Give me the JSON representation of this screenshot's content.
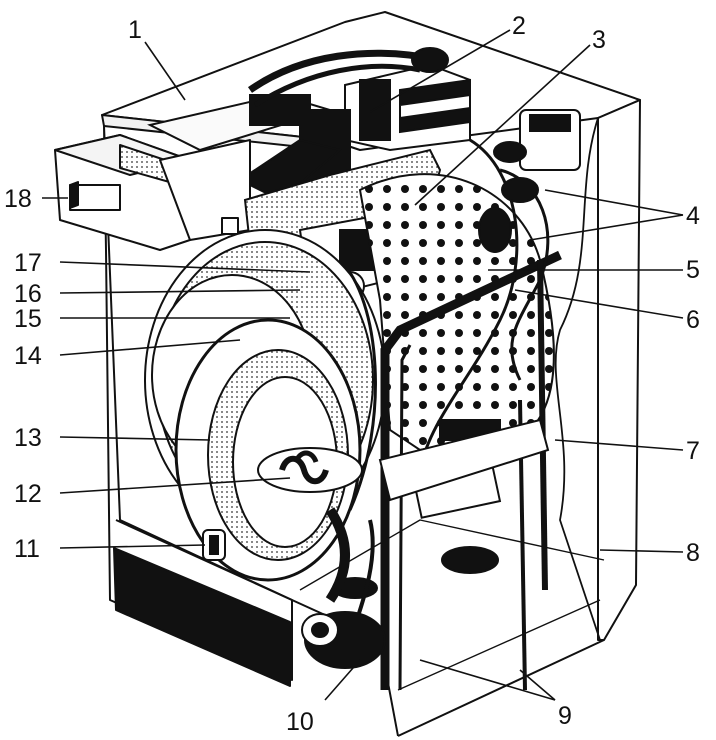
{
  "diagram": {
    "labels": {
      "n1": "1",
      "n2": "2",
      "n3": "3",
      "n4": "4",
      "n5": "5",
      "n6": "6",
      "n7": "7",
      "n8": "8",
      "n9": "9",
      "n10": "10",
      "n11": "11",
      "n12": "12",
      "n13": "13",
      "n14": "14",
      "n15": "15",
      "n16": "16",
      "n17": "17",
      "n18": "18"
    }
  }
}
